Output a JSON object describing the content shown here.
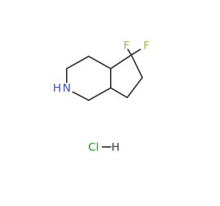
{
  "molecule": {
    "atoms": {
      "f1": {
        "symbol": "F",
        "color": "#8fc94a"
      },
      "f2": {
        "symbol": "F",
        "color": "#8fc94a"
      },
      "n": {
        "symbol": "N",
        "color": "#3050f8"
      },
      "h_on_n": {
        "symbol": "H",
        "color": "#3050f8"
      }
    }
  },
  "salt": {
    "cl": {
      "symbol": "Cl",
      "color": "#1fa01f"
    },
    "h": {
      "symbol": "H",
      "color": "#3a3a3a"
    }
  }
}
